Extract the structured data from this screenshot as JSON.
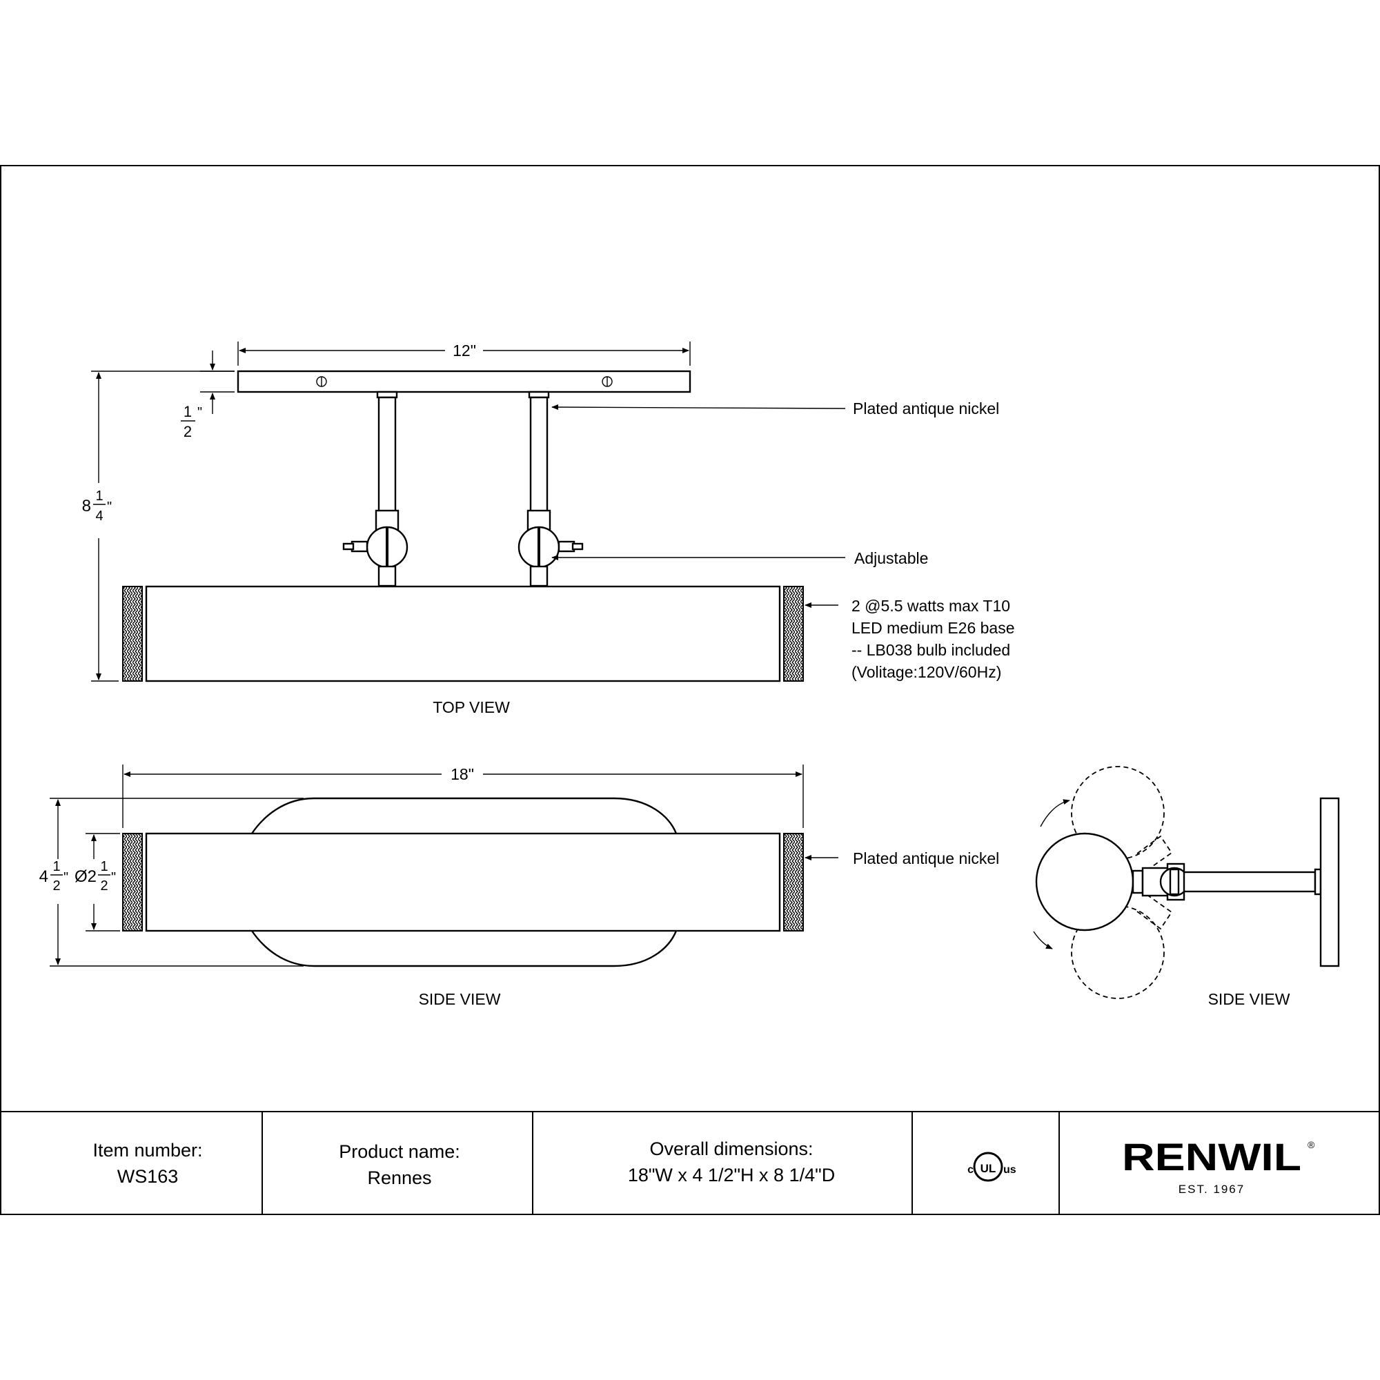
{
  "drawing": {
    "top_view": {
      "caption": "TOP VIEW",
      "dim_width": "12\"",
      "dim_plate_whole": "",
      "dim_plate_num": "1",
      "dim_plate_den": "2",
      "dim_depth_whole": "8",
      "dim_depth_num": "1",
      "dim_depth_den": "4",
      "callout_finish": "Plated antique nickel",
      "callout_adjust": "Adjustable",
      "callout_bulb_lines": [
        "2 @5.5 watts max T10",
        "LED medium E26 base",
        "-- LB038 bulb included",
        "(Volitage:120V/60Hz)"
      ]
    },
    "side_view": {
      "caption": "SIDE VIEW",
      "dim_width": "18\"",
      "dim_height_whole": "4",
      "dim_height_num": "1",
      "dim_height_den": "2",
      "dim_dia_prefix": "Ø2",
      "dim_dia_num": "1",
      "dim_dia_den": "2",
      "callout_finish": "Plated antique nickel"
    },
    "side_view_2": {
      "caption": "SIDE VIEW"
    }
  },
  "title_block": {
    "item_label": "Item number:",
    "item_value": "WS163",
    "product_label": "Product name:",
    "product_value": "Rennes",
    "dims_label": "Overall dimensions:",
    "dims_value": "18\"W x 4 1/2\"H x 8 1/4\"D",
    "cert_c": "c",
    "cert_ul": "UL",
    "cert_us": "us",
    "brand": "RENWIL",
    "brand_reg": "®",
    "brand_est": "EST. 1967"
  }
}
